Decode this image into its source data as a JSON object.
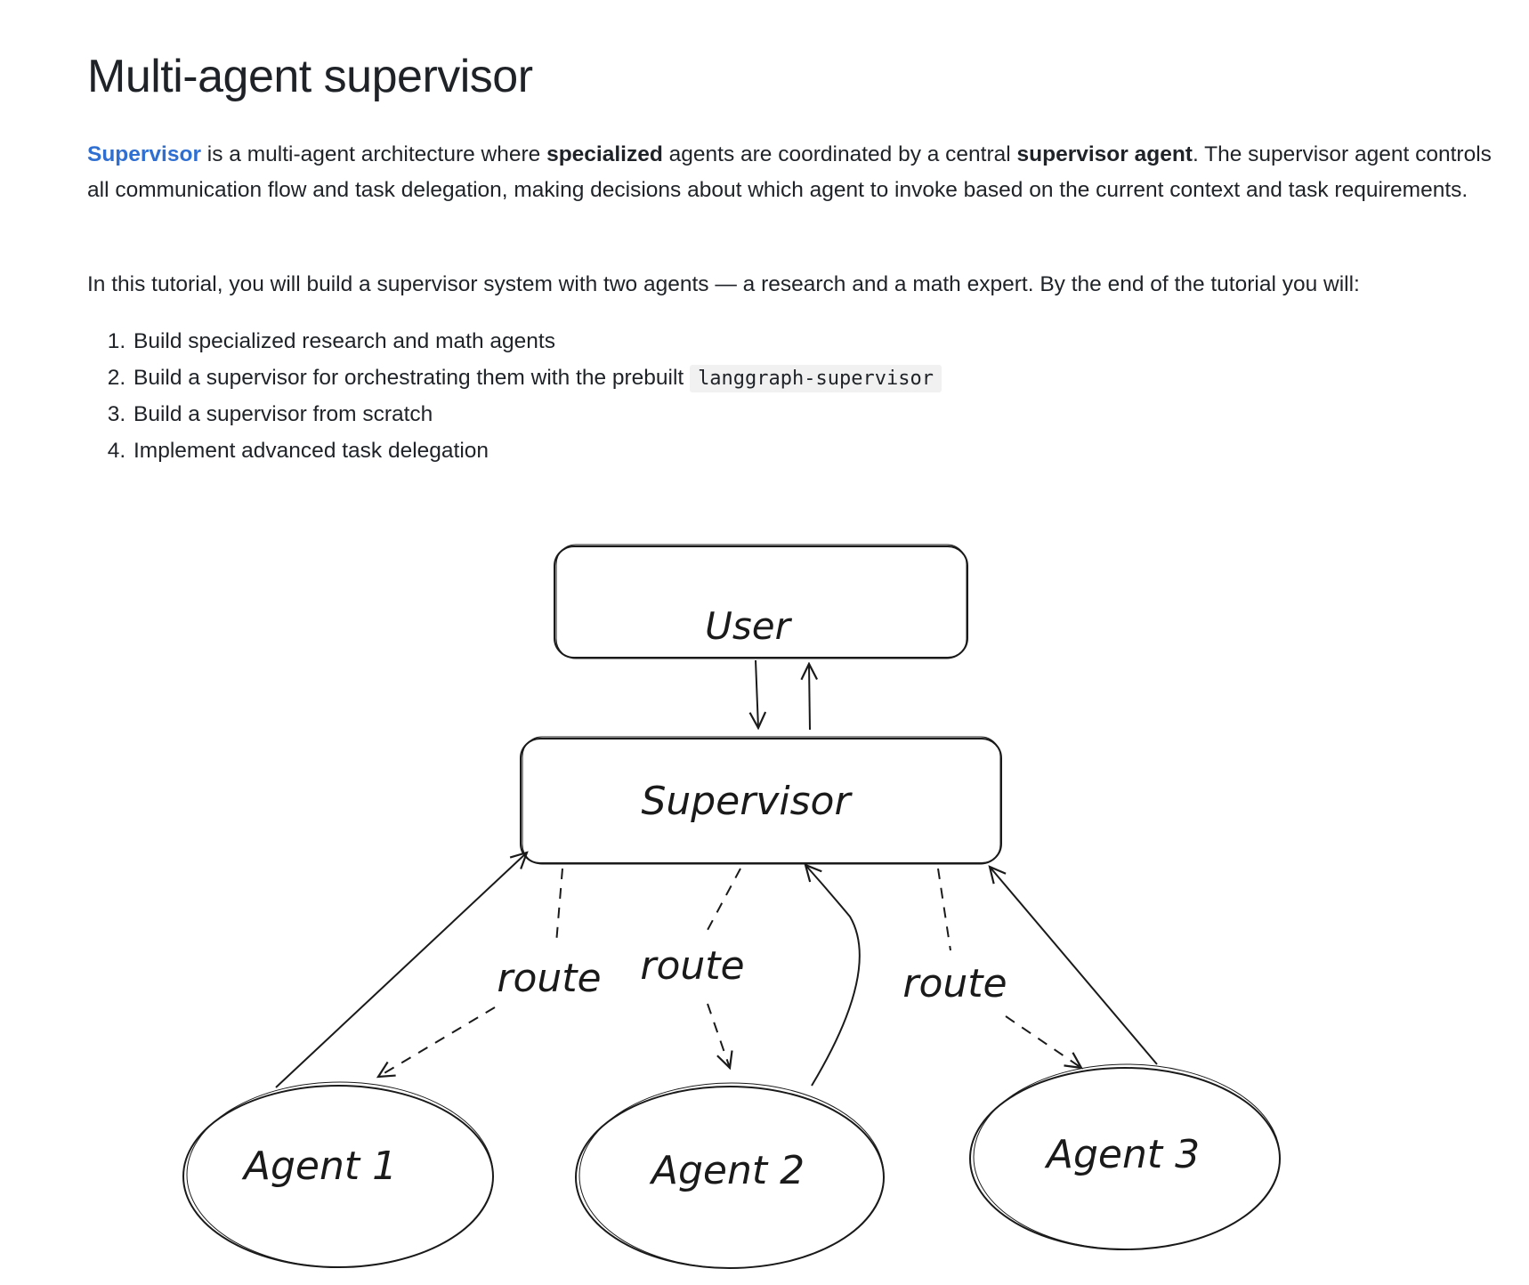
{
  "title": "Multi-agent supervisor",
  "intro": {
    "link_text": "Supervisor",
    "text1": " is a multi-agent architecture where ",
    "bold1": "specialized",
    "text2": " agents are coordinated by a central ",
    "bold2": "supervisor agent",
    "text3": ". The supervisor agent controls all communication flow and task delegation, making decisions about which agent to invoke based on the current context and task requirements."
  },
  "tutorial_text": "In this tutorial, you will build a supervisor system with two agents — a research and a math expert. By the end of the tutorial you will:",
  "steps": [
    {
      "text": "Build specialized research and math agents",
      "code": ""
    },
    {
      "text": "Build a supervisor for orchestrating them with the prebuilt ",
      "code": "langgraph-supervisor"
    },
    {
      "text": "Build a supervisor from scratch",
      "code": ""
    },
    {
      "text": "Implement advanced task delegation",
      "code": ""
    }
  ],
  "diagram": {
    "user_label": "User",
    "supervisor_label": "Supervisor",
    "route_label_1": "route",
    "route_label_2": "route",
    "route_label_3": "route",
    "agent1_label": "Agent 1",
    "agent2_label": "Agent 2",
    "agent3_label": "Agent 3"
  }
}
